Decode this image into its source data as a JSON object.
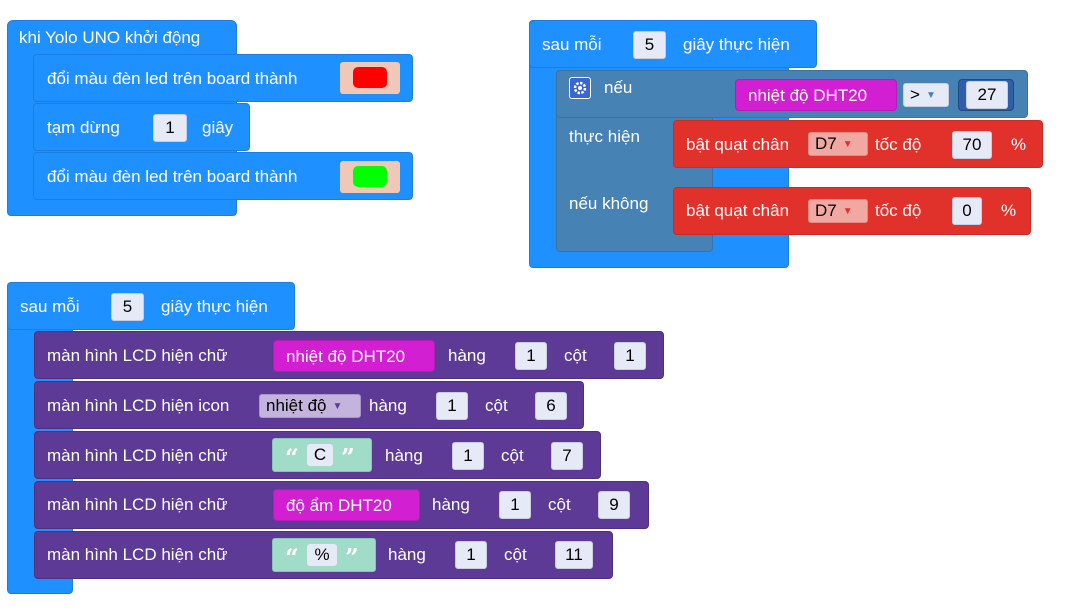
{
  "block1": {
    "hat": "khi Yolo UNO khởi động",
    "led1_label": "đổi màu đèn led trên board thành",
    "led1_color": "#ff0000",
    "delay_label": "tạm dừng",
    "delay_value": "1",
    "delay_unit": "giây",
    "led2_label": "đổi màu đèn led trên board thành",
    "led2_color": "#00ff00"
  },
  "block2": {
    "every_label": "sau mỗi",
    "every_value": "5",
    "every_unit": "giây thực hiện",
    "if_label": "nếu",
    "sensor_label": "nhiệt độ DHT20",
    "operator": ">",
    "threshold": "27",
    "do_label": "thực hiện",
    "else_label": "nếu không",
    "fan_on": {
      "label": "bật quạt chân",
      "pin": "D7",
      "speed_label": "tốc độ",
      "speed": "70",
      "unit": "%"
    },
    "fan_off": {
      "label": "bật quạt chân",
      "pin": "D7",
      "speed_label": "tốc độ",
      "speed": "0",
      "unit": "%"
    }
  },
  "block3": {
    "every_label": "sau mỗi",
    "every_value": "5",
    "every_unit": "giây thực hiện",
    "row_label": "hàng",
    "col_label": "cột",
    "rows": [
      {
        "label": "màn hình LCD hiện chữ",
        "value": "nhiệt độ DHT20",
        "row": "1",
        "col": "1"
      },
      {
        "label": "màn hình LCD hiện icon",
        "value": "nhiệt độ",
        "row": "1",
        "col": "6"
      },
      {
        "label": "màn hình LCD hiện chữ",
        "value": "C",
        "row": "1",
        "col": "7"
      },
      {
        "label": "màn hình LCD hiện chữ",
        "value": "độ ẩm DHT20",
        "row": "1",
        "col": "9"
      },
      {
        "label": "màn hình LCD hiện chữ",
        "value": "%",
        "row": "1",
        "col": "11"
      }
    ],
    "open_quote": "“",
    "close_quote": "”"
  }
}
